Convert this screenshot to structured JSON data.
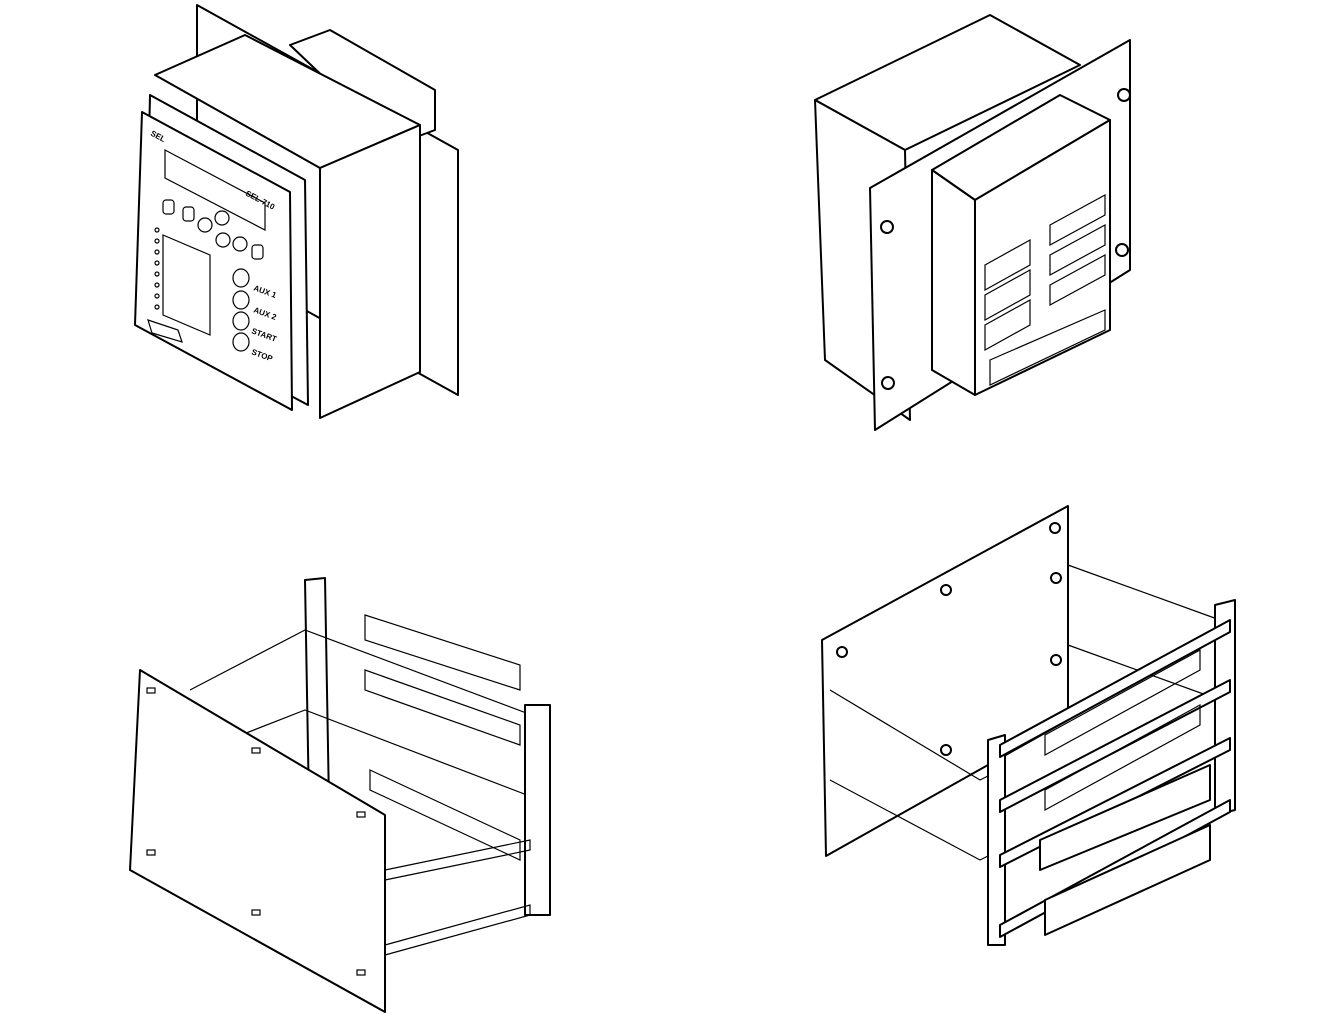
{
  "views": [
    {
      "id": "front-isometric",
      "labels": {
        "brand": "SEL",
        "model": "SEL-710",
        "buttons": [
          "AUX 1",
          "AUX 2",
          "START",
          "STOP"
        ]
      }
    },
    {
      "id": "rear-isometric"
    },
    {
      "id": "frame-front-isometric"
    },
    {
      "id": "frame-rear-isometric"
    }
  ],
  "colors": {
    "line": "#000000",
    "background": "#ffffff"
  }
}
